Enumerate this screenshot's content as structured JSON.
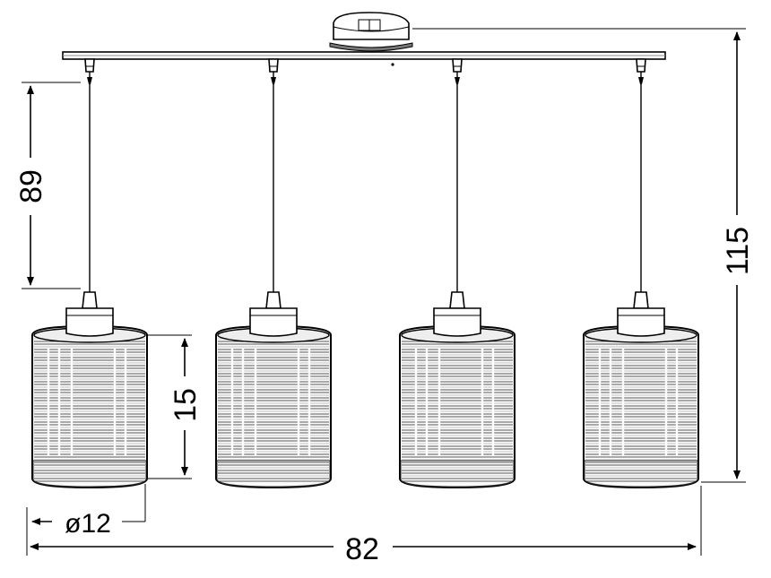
{
  "dimensions": {
    "cord_length": "89",
    "total_height": "115",
    "shade_height": "15",
    "shade_diameter": "ø12",
    "total_width": "82"
  },
  "lamp_count": 4
}
